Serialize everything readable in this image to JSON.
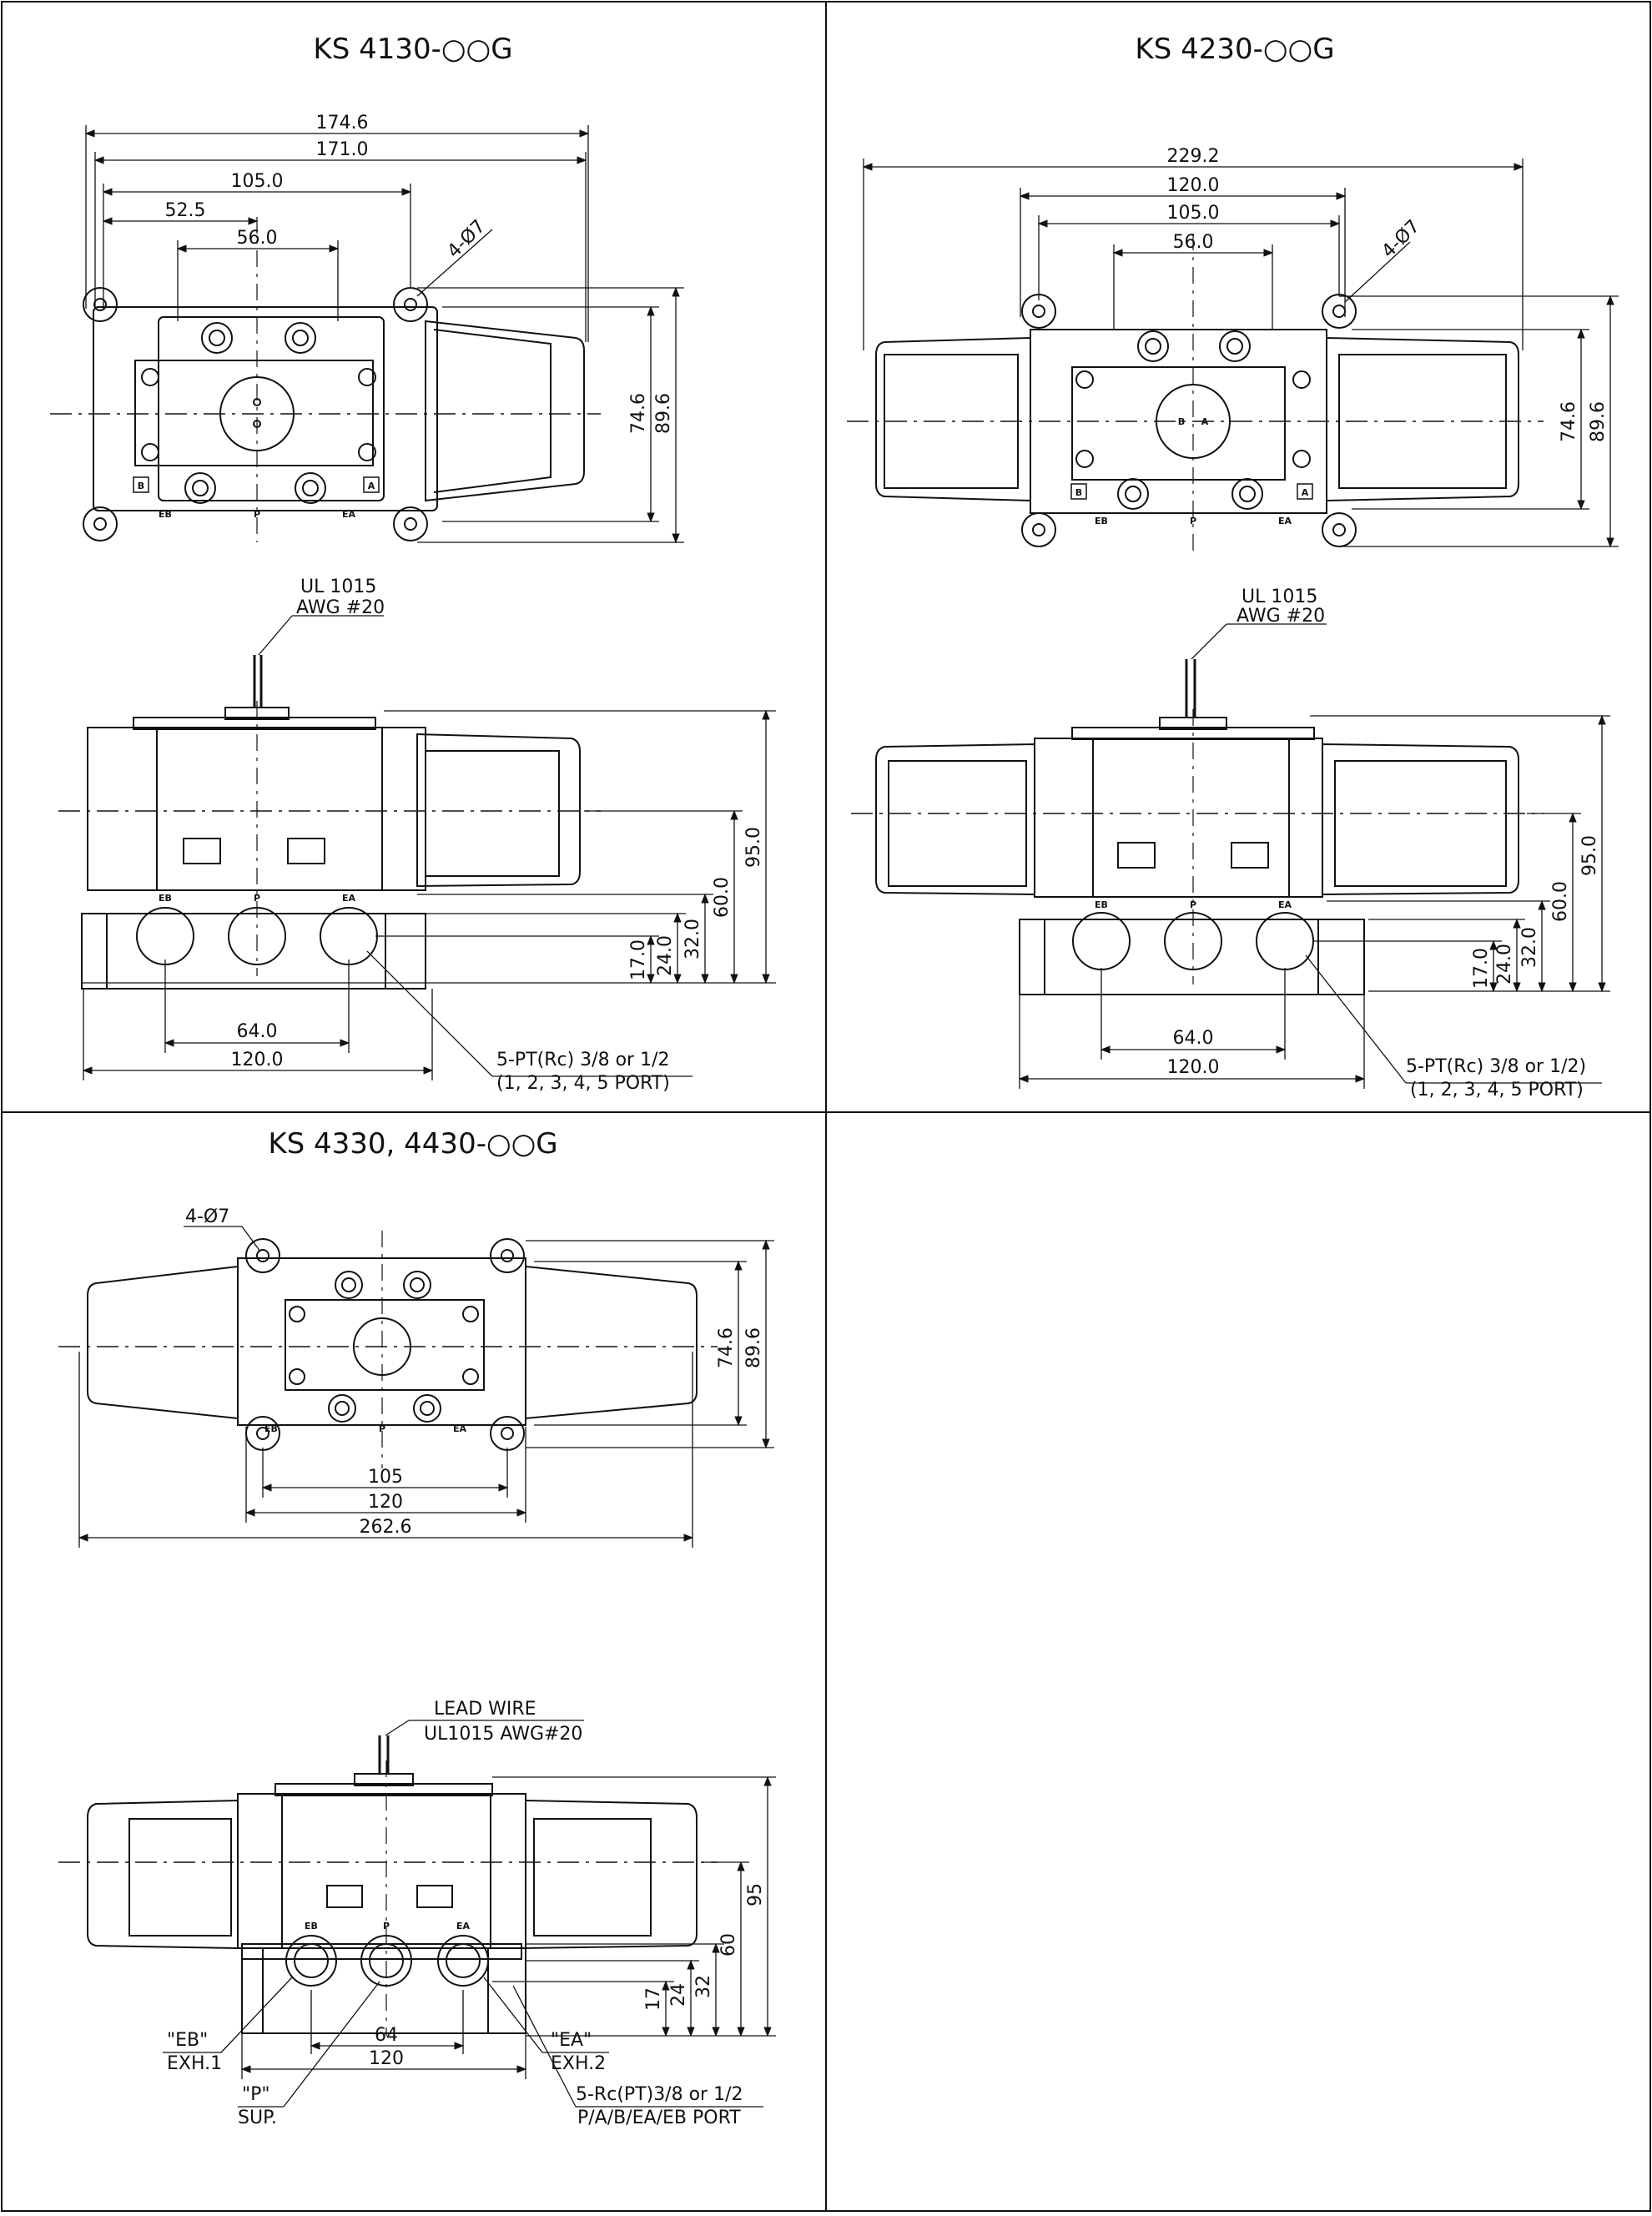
{
  "panels": {
    "ks4130": {
      "title": "KS 4130-○○G",
      "top": {
        "d1": "174.6",
        "d2": "171.0",
        "d3": "105.0",
        "d4": "52.5",
        "d5": "56.0",
        "hole": "4-Ø7",
        "h1": "74.6",
        "h2": "89.6"
      },
      "wire": {
        "l1": "UL 1015",
        "l2": "AWG #20"
      },
      "side": {
        "h1": "95.0",
        "h2": "60.0",
        "h3": "32.0",
        "h4": "24.0",
        "h5": "17.0",
        "w1": "64.0",
        "w2": "120.0",
        "port1": "5-PT(Rc) 3/8 or 1/2",
        "port2": "(1, 2, 3, 4, 5 PORT)"
      }
    },
    "ks4230": {
      "title": "KS 4230-○○G",
      "top": {
        "d1": "229.2",
        "d2": "120.0",
        "d3": "105.0",
        "d4": "56.0",
        "hole": "4-Ø7",
        "h1": "74.6",
        "h2": "89.6"
      },
      "wire": {
        "l1": "UL 1015",
        "l2": "AWG #20"
      },
      "side": {
        "h1": "95.0",
        "h2": "60.0",
        "h3": "32.0",
        "h4": "24.0",
        "h5": "17.0",
        "w1": "64.0",
        "w2": "120.0",
        "port1": "5-PT(Rc) 3/8 or 1/2)",
        "port2": "(1, 2, 3, 4, 5 PORT)"
      }
    },
    "ks4330": {
      "title": "KS 4330, 4430-○○G",
      "top": {
        "hole": "4-Ø7",
        "h1": "74.6",
        "h2": "89.6",
        "w1": "105",
        "w2": "120",
        "w3": "262.6"
      },
      "side": {
        "lead1": "LEAD WIRE",
        "lead2": "UL1015 AWG#20",
        "h1": "95",
        "h2": "60",
        "h3": "32",
        "h4": "24",
        "h5": "17",
        "w1": "64",
        "w2": "120",
        "eb1": "\"EB\"",
        "eb2": "EXH.1",
        "ea1": "\"EA\"",
        "ea2": "EXH.2",
        "p1": "\"P\"",
        "p2": "SUP.",
        "port1": "5-Rc(PT)3/8 or 1/2",
        "port2": "P/A/B/EA/EB PORT"
      }
    }
  },
  "port_letters": {
    "b": "B",
    "a": "A",
    "eb": "EB",
    "p": "P",
    "ea": "EA"
  }
}
